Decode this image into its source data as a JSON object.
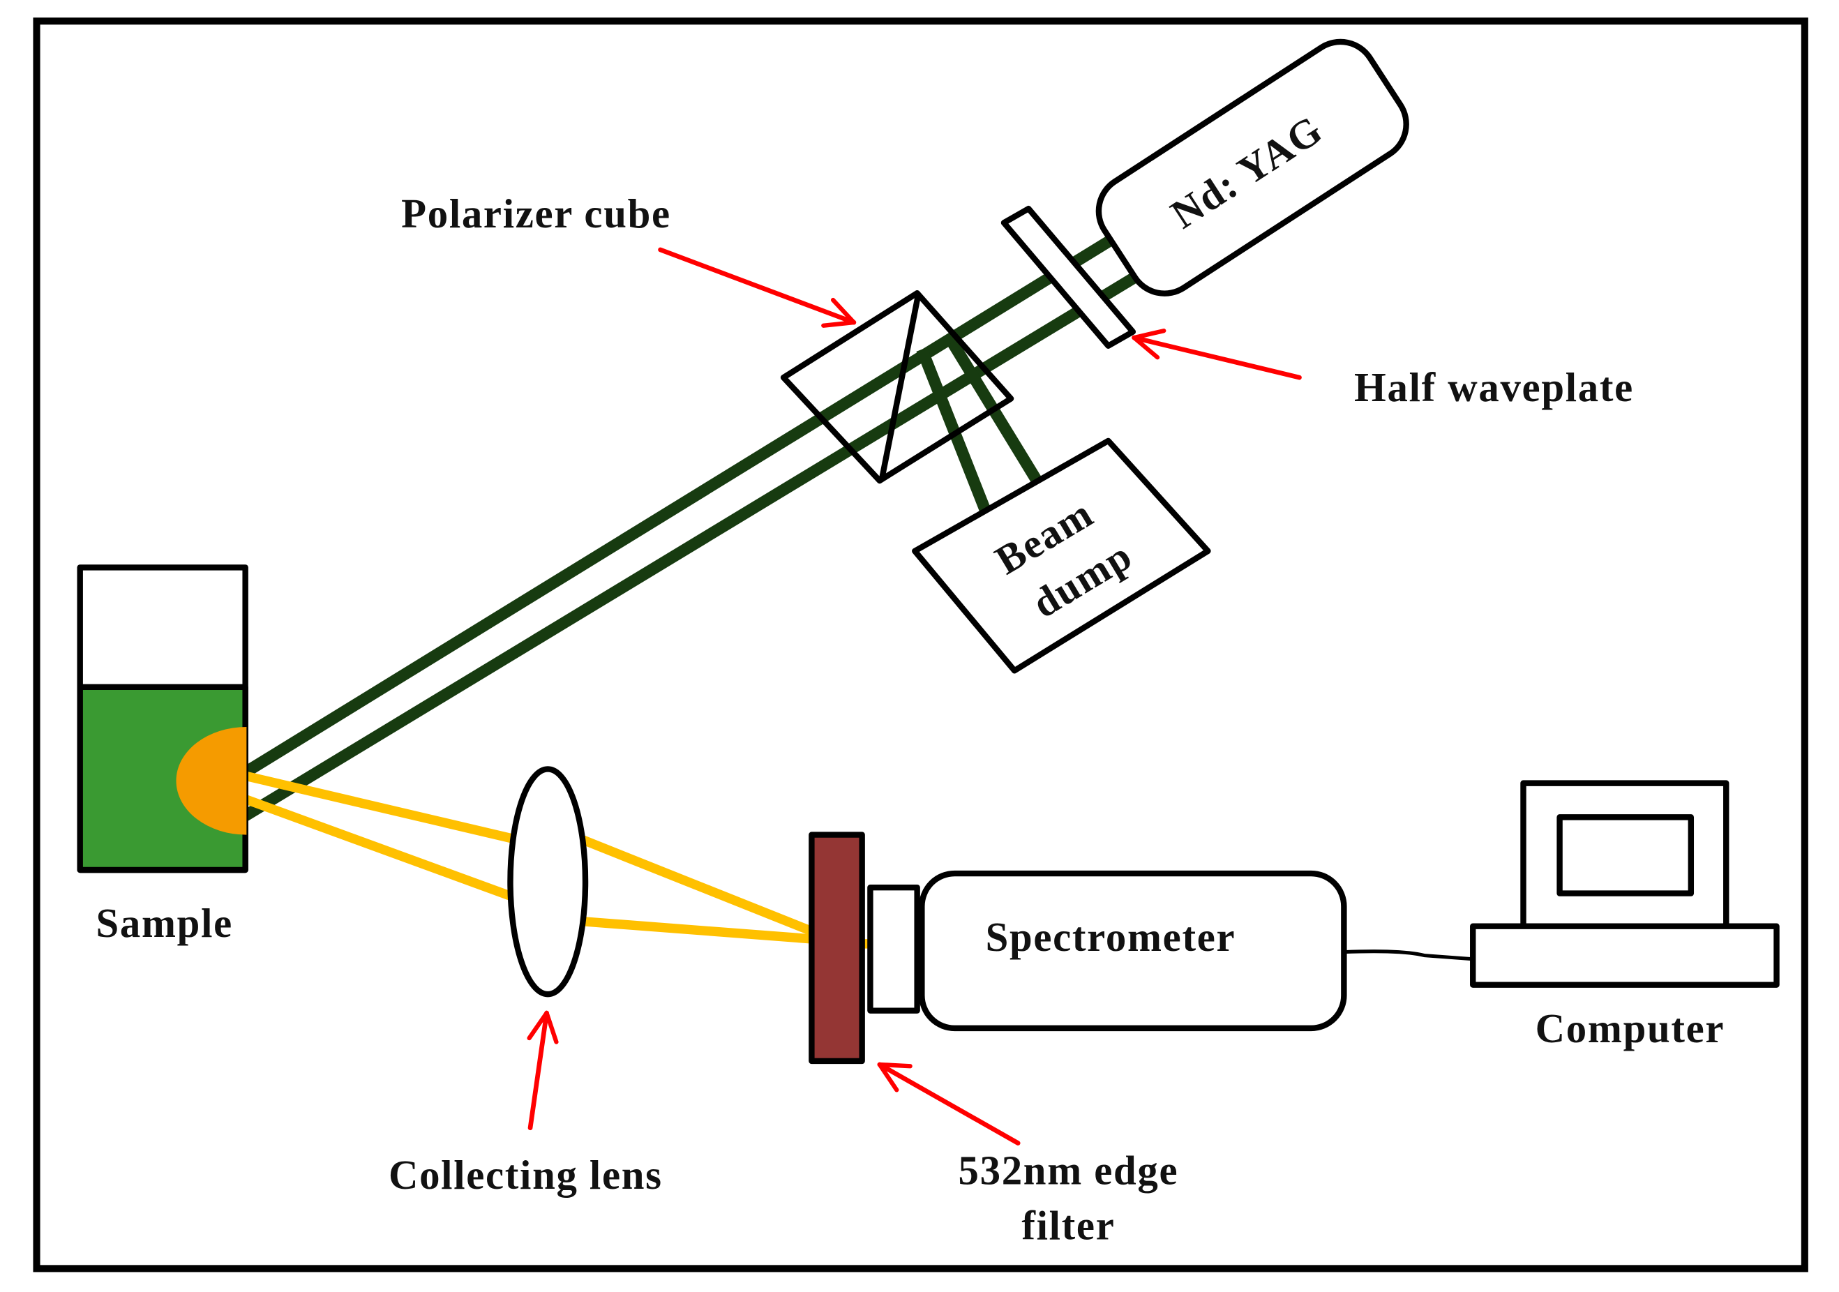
{
  "diagram": {
    "labels": {
      "laser": "Nd: YAG",
      "half_waveplate": "Half waveplate",
      "polarizer_cube": "Polarizer cube",
      "beam_dump": [
        "Beam",
        "dump"
      ],
      "sample": "Sample",
      "collecting_lens": "Collecting lens",
      "edge_filter": [
        "532nm edge",
        "filter"
      ],
      "spectrometer": "Spectrometer",
      "computer": "Computer"
    },
    "colors": {
      "laser_beam": "#173b10",
      "scattered_light": "#ffc000",
      "sample_liquid": "#3a9a32",
      "focal_spot": "#f59b00",
      "edge_filter": "#943634",
      "arrows": "#ff0000",
      "outline": "#000000"
    }
  }
}
